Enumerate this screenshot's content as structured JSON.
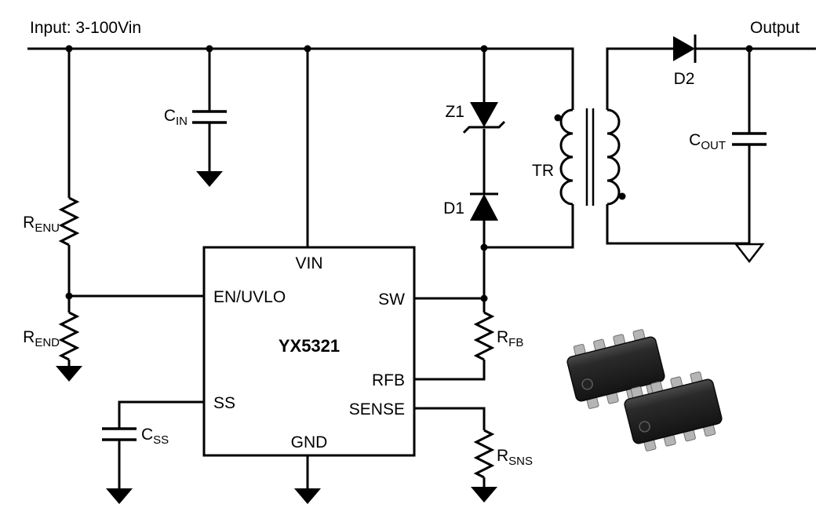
{
  "diagram": {
    "input_label": "Input: 3-100Vin",
    "output_label": "Output"
  },
  "components": {
    "cin": {
      "name": "C",
      "sub": "IN"
    },
    "renu": {
      "name": "R",
      "sub": "ENU"
    },
    "rend": {
      "name": "R",
      "sub": "END"
    },
    "css": {
      "name": "C",
      "sub": "SS"
    },
    "cout": {
      "name": "C",
      "sub": "OUT"
    },
    "rfb": {
      "name": "R",
      "sub": "FB"
    },
    "rsns": {
      "name": "R",
      "sub": "SNS"
    },
    "z1": "Z1",
    "d1": "D1",
    "d2": "D2",
    "tr": "TR"
  },
  "ic": {
    "name": "YX5321",
    "pins": {
      "vin": "VIN",
      "en_uvlo": "EN/UVLO",
      "ss": "SS",
      "gnd": "GND",
      "sw": "SW",
      "rfb": "RFB",
      "sense": "SENSE"
    }
  },
  "colors": {
    "wire": "#000000",
    "background": "#ffffff",
    "chip_body": "#2a2a2a",
    "chip_pins": "#b5b5b5"
  }
}
